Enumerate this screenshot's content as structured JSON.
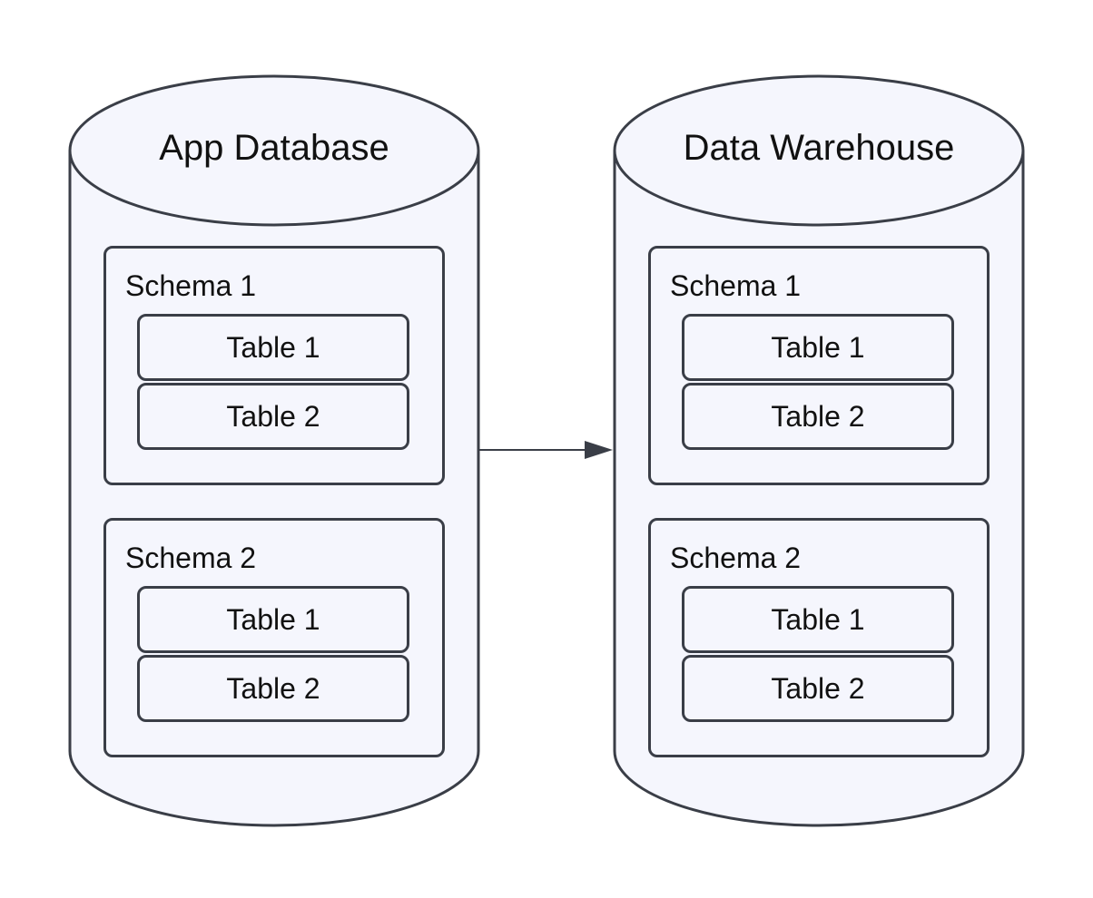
{
  "colors": {
    "stroke": "#3a3e47",
    "fill": "#f5f6fd",
    "text": "#111111",
    "background": "#ffffff"
  },
  "databases": [
    {
      "title": "App Database",
      "schemas": [
        {
          "title": "Schema 1",
          "tables": [
            "Table 1",
            "Table 2"
          ]
        },
        {
          "title": "Schema 2",
          "tables": [
            "Table 1",
            "Table 2"
          ]
        }
      ]
    },
    {
      "title": "Data Warehouse",
      "schemas": [
        {
          "title": "Schema 1",
          "tables": [
            "Table 1",
            "Table 2"
          ]
        },
        {
          "title": "Schema 2",
          "tables": [
            "Table 1",
            "Table 2"
          ]
        }
      ]
    }
  ],
  "edges": [
    {
      "from": "App Database",
      "to": "Data Warehouse"
    }
  ]
}
